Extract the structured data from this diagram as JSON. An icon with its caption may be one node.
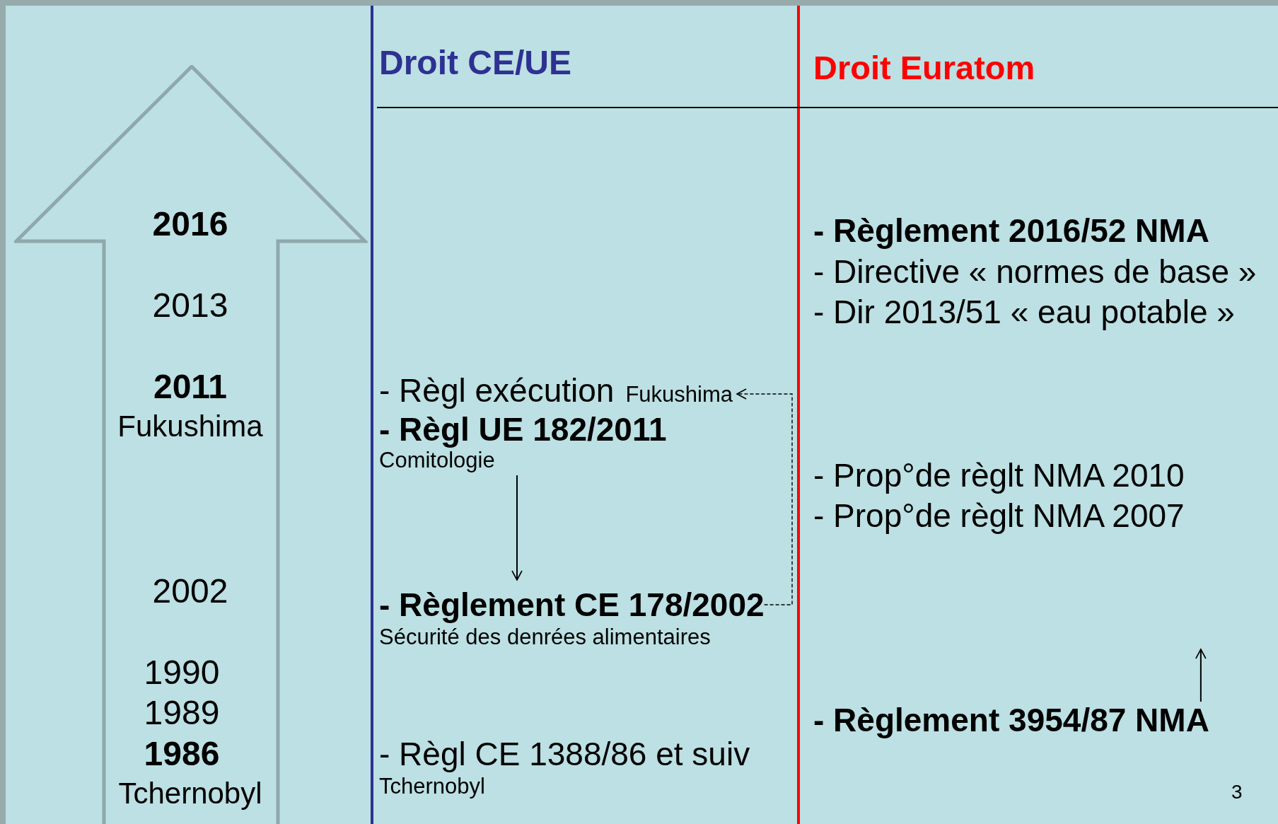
{
  "diagram": {
    "nodes": [
      {
        "text": [
          "2016",
          "2013",
          "2011",
          "Fukushima",
          "2002",
          "1990",
          "1989",
          "1986",
          "Tchernobyl"
        ]
      },
      {
        "text": [
          "- Règl exécution",
          "Fukushima"
        ]
      },
      {
        "text": [
          "- Règl UE 182/2011",
          "Comitologie"
        ]
      },
      {
        "text": [
          "- Règlement CE 178/2002",
          "Sécurité des denrées alimentaires"
        ]
      },
      {
        "text": [
          "- Règlement 3954/87 NMA"
        ]
      }
    ],
    "edges": [
      {
        "from": 2,
        "to": 3,
        "arrow": "to"
      },
      {
        "from": 3,
        "to": 1,
        "arrow": "to",
        "style": "dashed"
      },
      {
        "from": 4,
        "to": null,
        "arrow": "to"
      }
    ],
    "labels": [
      "Droit CE/UE",
      "Droit Euratom",
      "- Règlement 2016/52 NMA",
      "- Directive « normes de base »",
      "- Dir 2013/51 « eau potable »",
      "- Prop°de règlt NMA 2010",
      "- Prop°de règlt NMA 2007",
      "- Règl CE 1388/86 et suiv",
      "Tchernobyl",
      "3"
    ]
  }
}
